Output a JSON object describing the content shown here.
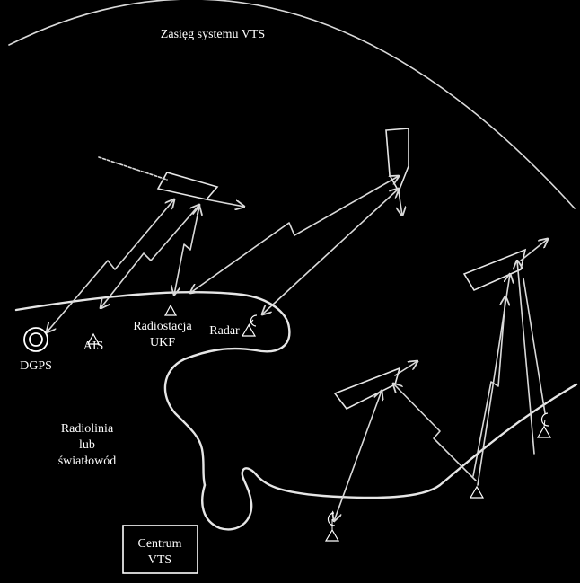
{
  "diagram": {
    "title": "Zasięg systemu VTS",
    "labels": {
      "dgps": "DGPS",
      "ais": "AIS",
      "radiostacja": "Radiostacja",
      "ukf": "UKF",
      "radar": "Radar",
      "radiolinia": "Radiolinia",
      "lub": "lub",
      "swiatlowod": "światłowód",
      "centrum": "Centrum",
      "vts": "VTS"
    },
    "colors": {
      "background": "#000000",
      "lines": "#d9d9d9",
      "text": "#ffffff"
    }
  }
}
